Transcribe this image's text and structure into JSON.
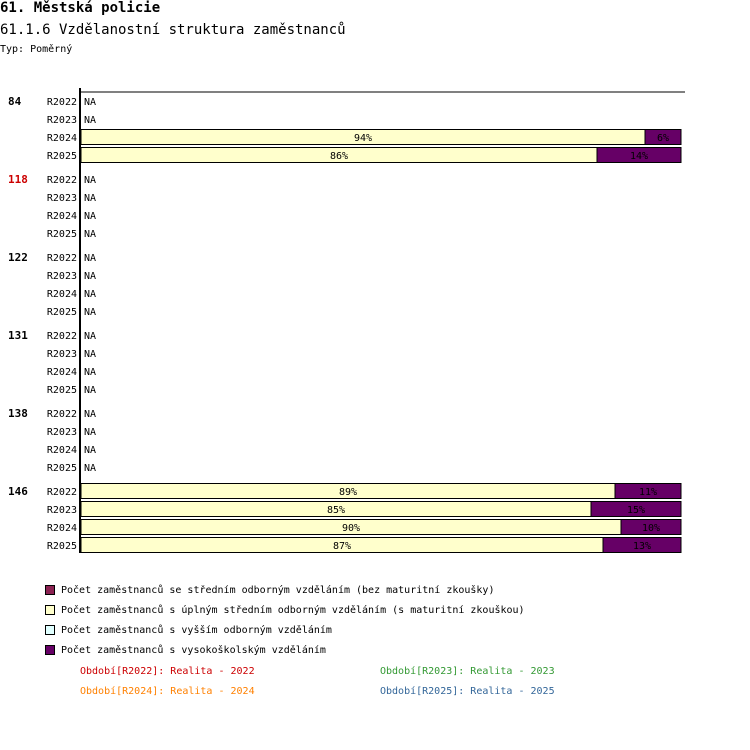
{
  "header": {
    "title": "61. Městská policie",
    "subtitle": "61.1.6 Vzdělanostní struktura zaměstnanců",
    "type_label": "Typ: Poměrný"
  },
  "colors": {
    "seg1": "#8b2252",
    "seg2": "#ffffcc",
    "seg3": "#e0ffff",
    "seg4": "#660066",
    "highlight_group": "#cc0000"
  },
  "chart_data": {
    "type": "bar",
    "orientation": "horizontal",
    "stacked": true,
    "normalized": true,
    "groups": [
      {
        "label": "84",
        "highlight": false,
        "rows": [
          {
            "label": "R2022",
            "na": true
          },
          {
            "label": "R2023",
            "na": true
          },
          {
            "label": "R2024",
            "values": [
              0,
              94,
              0,
              6
            ],
            "labels": [
              "",
              "94%",
              "",
              "6%"
            ]
          },
          {
            "label": "R2025",
            "values": [
              0,
              86,
              0,
              14
            ],
            "labels": [
              "",
              "86%",
              "",
              "14%"
            ]
          }
        ]
      },
      {
        "label": "118",
        "highlight": true,
        "rows": [
          {
            "label": "R2022",
            "na": true
          },
          {
            "label": "R2023",
            "na": true
          },
          {
            "label": "R2024",
            "na": true
          },
          {
            "label": "R2025",
            "na": true
          }
        ]
      },
      {
        "label": "122",
        "highlight": false,
        "rows": [
          {
            "label": "R2022",
            "na": true
          },
          {
            "label": "R2023",
            "na": true
          },
          {
            "label": "R2024",
            "na": true
          },
          {
            "label": "R2025",
            "na": true
          }
        ]
      },
      {
        "label": "131",
        "highlight": false,
        "rows": [
          {
            "label": "R2022",
            "na": true
          },
          {
            "label": "R2023",
            "na": true
          },
          {
            "label": "R2024",
            "na": true
          },
          {
            "label": "R2025",
            "na": true
          }
        ]
      },
      {
        "label": "138",
        "highlight": false,
        "rows": [
          {
            "label": "R2022",
            "na": true
          },
          {
            "label": "R2023",
            "na": true
          },
          {
            "label": "R2024",
            "na": true
          },
          {
            "label": "R2025",
            "na": true
          }
        ]
      },
      {
        "label": "146",
        "highlight": false,
        "rows": [
          {
            "label": "R2022",
            "values": [
              0,
              89,
              0,
              11
            ],
            "labels": [
              "",
              "89%",
              "",
              "11%"
            ]
          },
          {
            "label": "R2023",
            "values": [
              0,
              85,
              0,
              15
            ],
            "labels": [
              "",
              "85%",
              "",
              "15%"
            ]
          },
          {
            "label": "R2024",
            "values": [
              0,
              90,
              0,
              10
            ],
            "labels": [
              "",
              "90%",
              "",
              "10%"
            ]
          },
          {
            "label": "R2025",
            "values": [
              0,
              87,
              0,
              13
            ],
            "labels": [
              "",
              "87%",
              "",
              "13%"
            ]
          }
        ]
      }
    ],
    "na_text": "NA",
    "series": [
      {
        "name": "Počet zaměstnanců se středním odborným vzděláním (bez maturitní zkoušky)",
        "color": "#8b2252"
      },
      {
        "name": "Počet zaměstnanců s úplným středním odborným vzděláním (s maturitní zkouškou)",
        "color": "#ffffcc"
      },
      {
        "name": "Počet zaměstnanců s vyšším odborným vzděláním",
        "color": "#e0ffff"
      },
      {
        "name": "Počet zaměstnanců s vysokoškolským vzděláním",
        "color": "#660066"
      }
    ],
    "xlim": [
      0,
      100
    ],
    "legend_position": "bottom"
  },
  "periods": [
    {
      "text": "Období[R2022]: Realita - 2022",
      "color": "#cc0000"
    },
    {
      "text": "Období[R2023]: Realita - 2023",
      "color": "#339933"
    },
    {
      "text": "Období[R2024]: Realita - 2024",
      "color": "#ff8000"
    },
    {
      "text": "Období[R2025]: Realita - 2025",
      "color": "#336699"
    }
  ]
}
